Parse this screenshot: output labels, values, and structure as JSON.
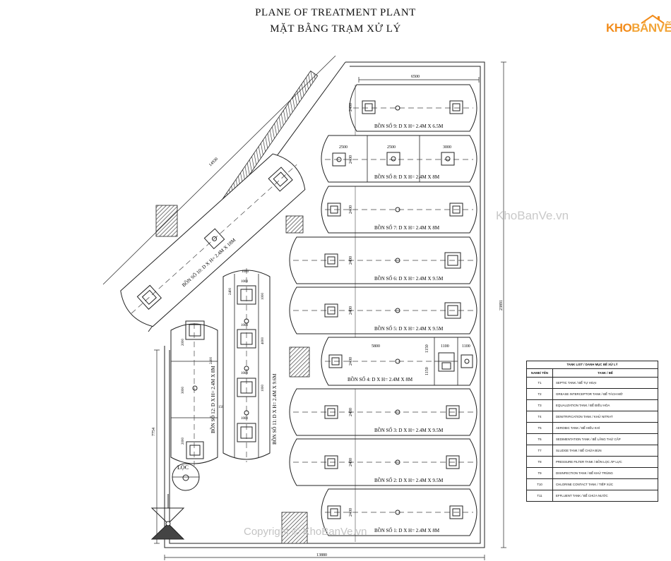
{
  "title": {
    "en": "PLANE OF TREATMENT PLANT",
    "vi": "MẶT BẰNG TRẠM XỬ LÝ"
  },
  "logo": {
    "kho": "KHO",
    "ban": "BẢNVẼ"
  },
  "watermarks": {
    "side": "KhoBanVe.vn",
    "copyright": "Copyright © KhoBanVe.vn"
  },
  "colors": {
    "logo_orange": "#f28c1b",
    "line": "#222222",
    "watermark": "#c4c4c4"
  },
  "dimensions": {
    "top_width": "6500",
    "right_height": "23891",
    "bottom_width": "13880",
    "left_height": "7754",
    "diagonal": "14930",
    "tank_height": "2400",
    "t8_a": "2500",
    "t8_b": "2500",
    "t8_c": "3000",
    "t4_a": "5800",
    "t4_b": "1100",
    "t4_c": "1100",
    "t4_d": "1150",
    "t4_e": "1150",
    "t11_top": "1000",
    "t11_cell": "1000",
    "t11_side": "4000",
    "t12_a": "2000",
    "t12_b": "3000",
    "t12_c": "2000",
    "t12_gap": "150"
  },
  "tanks": {
    "t9": "BỒN SỐ 9: D X H= 2.4M X 6.5M",
    "t8": "BỒN SỐ 8: D X H= 2.4M X 8M",
    "t7": "BỒN SỐ 7: D X H= 2.4M X 8M",
    "t6": "BỒN SỐ 6: D X H= 2.4M X 9.5M",
    "t5": "BỒN SỐ 5: D X H= 2.4M X 9.5M",
    "t4": "BỒN SỐ 4: D X H= 2.4M X 8M",
    "t3": "BỒN SỐ 3: D X H= 2.4M X 9.5M",
    "t2": "BỒN SỐ 2: D X H= 2.4M X 9.5M",
    "t1": "BỒN SỐ 1: D X H= 2.4M X 8M",
    "t10": "BỒN SỐ 10: D X H= 2.4M X 18M",
    "t11": "BỒN SỐ 11: D X H= 2.4M X 9.6M",
    "t12": "BỒN SỐ 12: D X H= 2.4M X 8M"
  },
  "filter_label": "LỌC",
  "legend": {
    "title": "TANK LIST / DANH MỤC BỂ XỬ LÝ",
    "col_name": "NAME/ TÊN",
    "col_tank": "TANK / BỂ",
    "rows": [
      {
        "code": "T1",
        "name": "SEPTIC TANK / BỂ TỰ HOẠI"
      },
      {
        "code": "T2",
        "name": "GREASE INTERCEPTOR TANK / BỂ TÁCH MỠ"
      },
      {
        "code": "T3",
        "name": "EQUALIZATION TANK / BỂ ĐIỀU HÒA"
      },
      {
        "code": "T4",
        "name": "DENITRIFICATION TANK / KHỬ NITRAT"
      },
      {
        "code": "T5",
        "name": "AEROBIC TANK / BỂ HIẾU KHÍ"
      },
      {
        "code": "T6",
        "name": "SEDIMENTATION TANK / BỂ LẮNG THỨ CẤP"
      },
      {
        "code": "T7",
        "name": "SLUDGE TANK / BỂ CHỨA BÙN"
      },
      {
        "code": "T8",
        "name": "PRESSURE FILTER TANK / BỒN LỌC ÁP LỰC"
      },
      {
        "code": "T9",
        "name": "DISINFECTION TANK / BỂ KHỬ TRÙNG"
      },
      {
        "code": "T10",
        "name": "CHLORINE CONTACT TANK / TIẾP XÚC"
      },
      {
        "code": "T11",
        "name": "EFFLUENT TANK / BỂ CHỨA NƯỚC"
      }
    ]
  }
}
